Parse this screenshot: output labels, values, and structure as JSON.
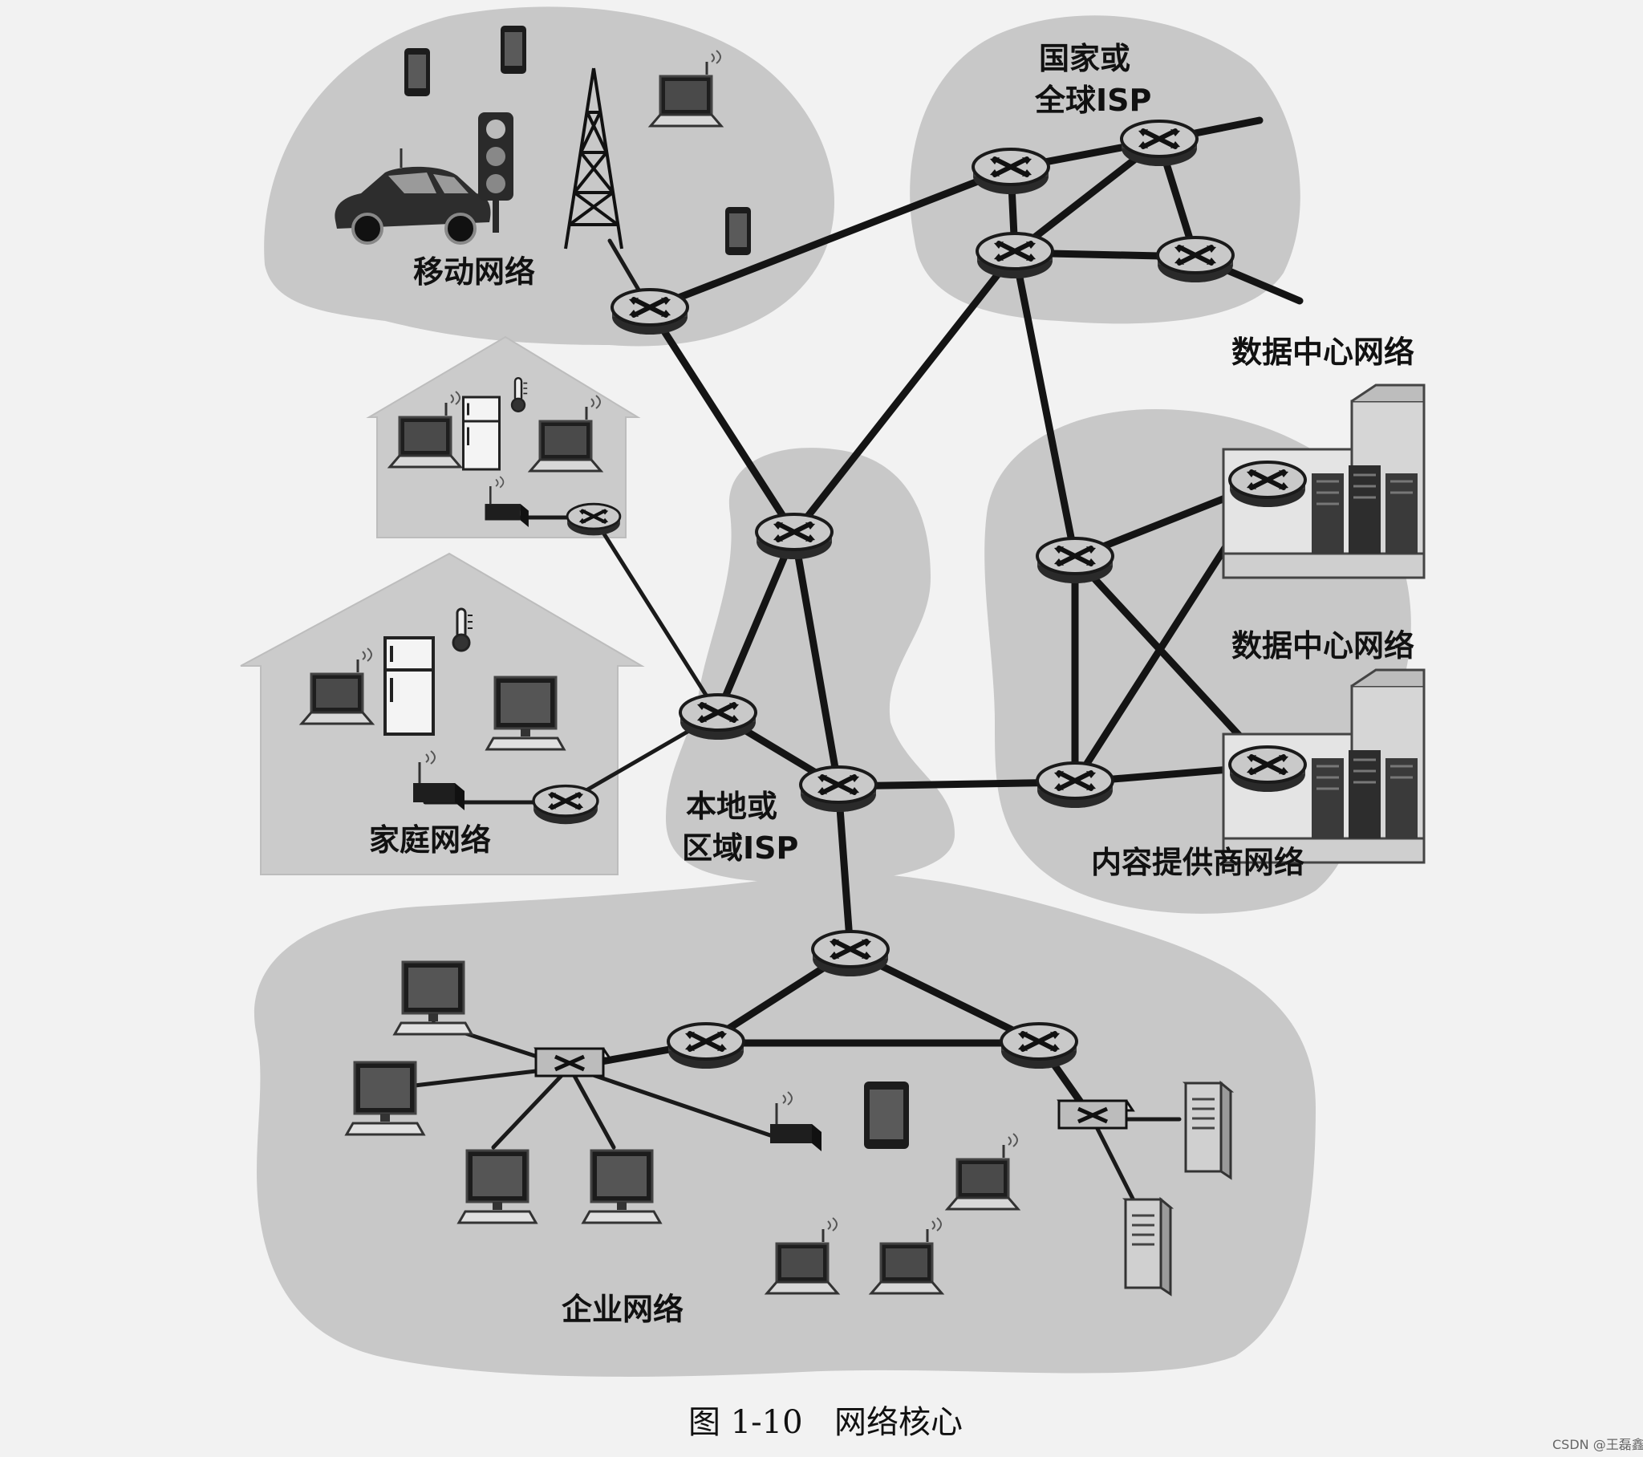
{
  "labels": {
    "mobile": "移动网络",
    "national_isp_line1": "国家或",
    "national_isp_line2": "全球ISP",
    "datacenter_1": "数据中心网络",
    "datacenter_2": "数据中心网络",
    "regional_isp_line1": "本地或",
    "regional_isp_line2": "区域ISP",
    "home": "家庭网络",
    "content_provider": "内容提供商网络",
    "enterprise": "企业网络"
  },
  "caption": {
    "figure_number": "图 1-10",
    "title": "网络核心"
  },
  "watermark": "CSDN @王磊鑫"
}
